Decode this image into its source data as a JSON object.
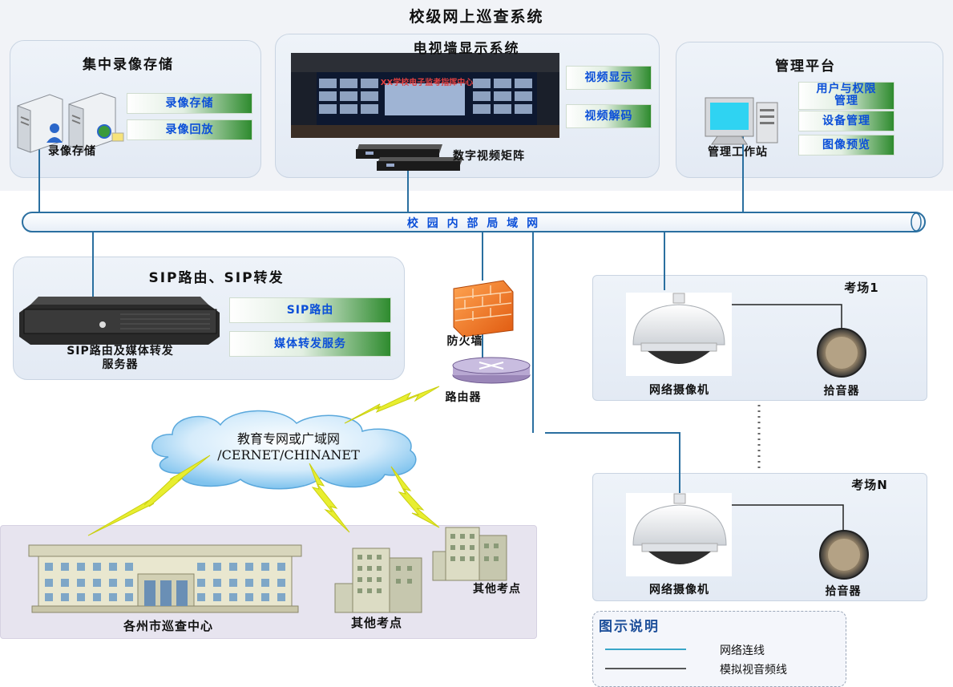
{
  "diagram": {
    "main_title": "校级网上巡查系统",
    "storage": {
      "title": "集中录像存储",
      "server_label": "录像存储",
      "btn_store": "录像存储",
      "btn_playback": "录像回放"
    },
    "videowall": {
      "title": "电视墙显示系统",
      "screen_banner": "XX学校电子监考指挥中心",
      "btn_display": "视频显示",
      "btn_decode": "视频解码",
      "matrix_label": "数字视频矩阵"
    },
    "mgmt": {
      "title": "管理平台",
      "workstation_label": "管理工作站",
      "btn_user_line1": "用户与权限",
      "btn_user_line2": "管理",
      "btn_device": "设备管理",
      "btn_preview": "图像预览"
    },
    "lan_label": "校 园 内 部 局 域 网",
    "sip": {
      "title": "SIP路由、SIP转发",
      "btn_route": "SIP路由",
      "btn_forward": "媒体转发服务",
      "server_line1": "SIP路由及媒体转发",
      "server_line2": "服务器"
    },
    "firewall_label": "防火墙",
    "router_label": "路由器",
    "room1": {
      "title": "考场1",
      "camera_label": "网络摄像机",
      "mic_label": "拾音器"
    },
    "roomN": {
      "title": "考场N",
      "camera_label": "网络摄像机",
      "mic_label": "拾音器"
    },
    "cloud": {
      "line1": "教育专网或广域网",
      "line2": "/CERNET/CHINANET"
    },
    "sites": {
      "center_label": "各州市巡查中心",
      "site_a_label": "其他考点",
      "site_b_label": "其他考点"
    },
    "legend": {
      "title": "图示说明",
      "network_label": "网络连线",
      "analog_label": "模拟视音频线"
    },
    "colors": {
      "network_line": "#3aa6c8",
      "analog_line": "#222222",
      "lan_bus": "#2a6fa0",
      "button_text": "#0b4fd8",
      "lightning": "#e8ee30"
    }
  }
}
